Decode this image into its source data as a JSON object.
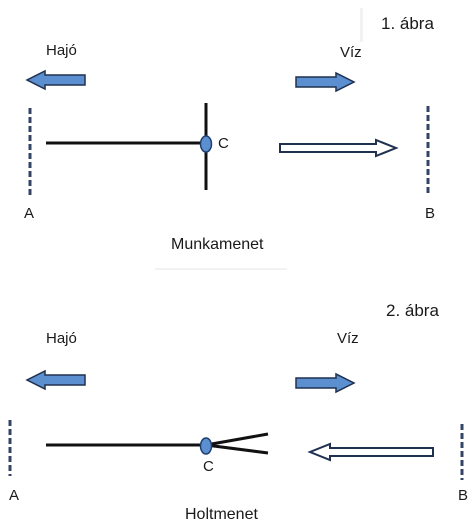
{
  "figure1": {
    "title": "1. ábra",
    "ship_label": "Hajó",
    "water_label": "Víz",
    "point_a": "A",
    "point_b": "B",
    "point_c": "C",
    "caption": "Munkamenet"
  },
  "figure2": {
    "title": "2. ábra",
    "ship_label": "Hajó",
    "water_label": "Víz",
    "point_a": "A",
    "point_b": "B",
    "point_c": "C",
    "caption": "Holtmenet"
  },
  "colors": {
    "line": "#111111",
    "node_fill": "#5b8fd0",
    "node_stroke": "#1f3f6e",
    "arrow_fill": "#5b8fd0",
    "arrow_stroke": "#1f3050",
    "bank_line": "#334466"
  }
}
